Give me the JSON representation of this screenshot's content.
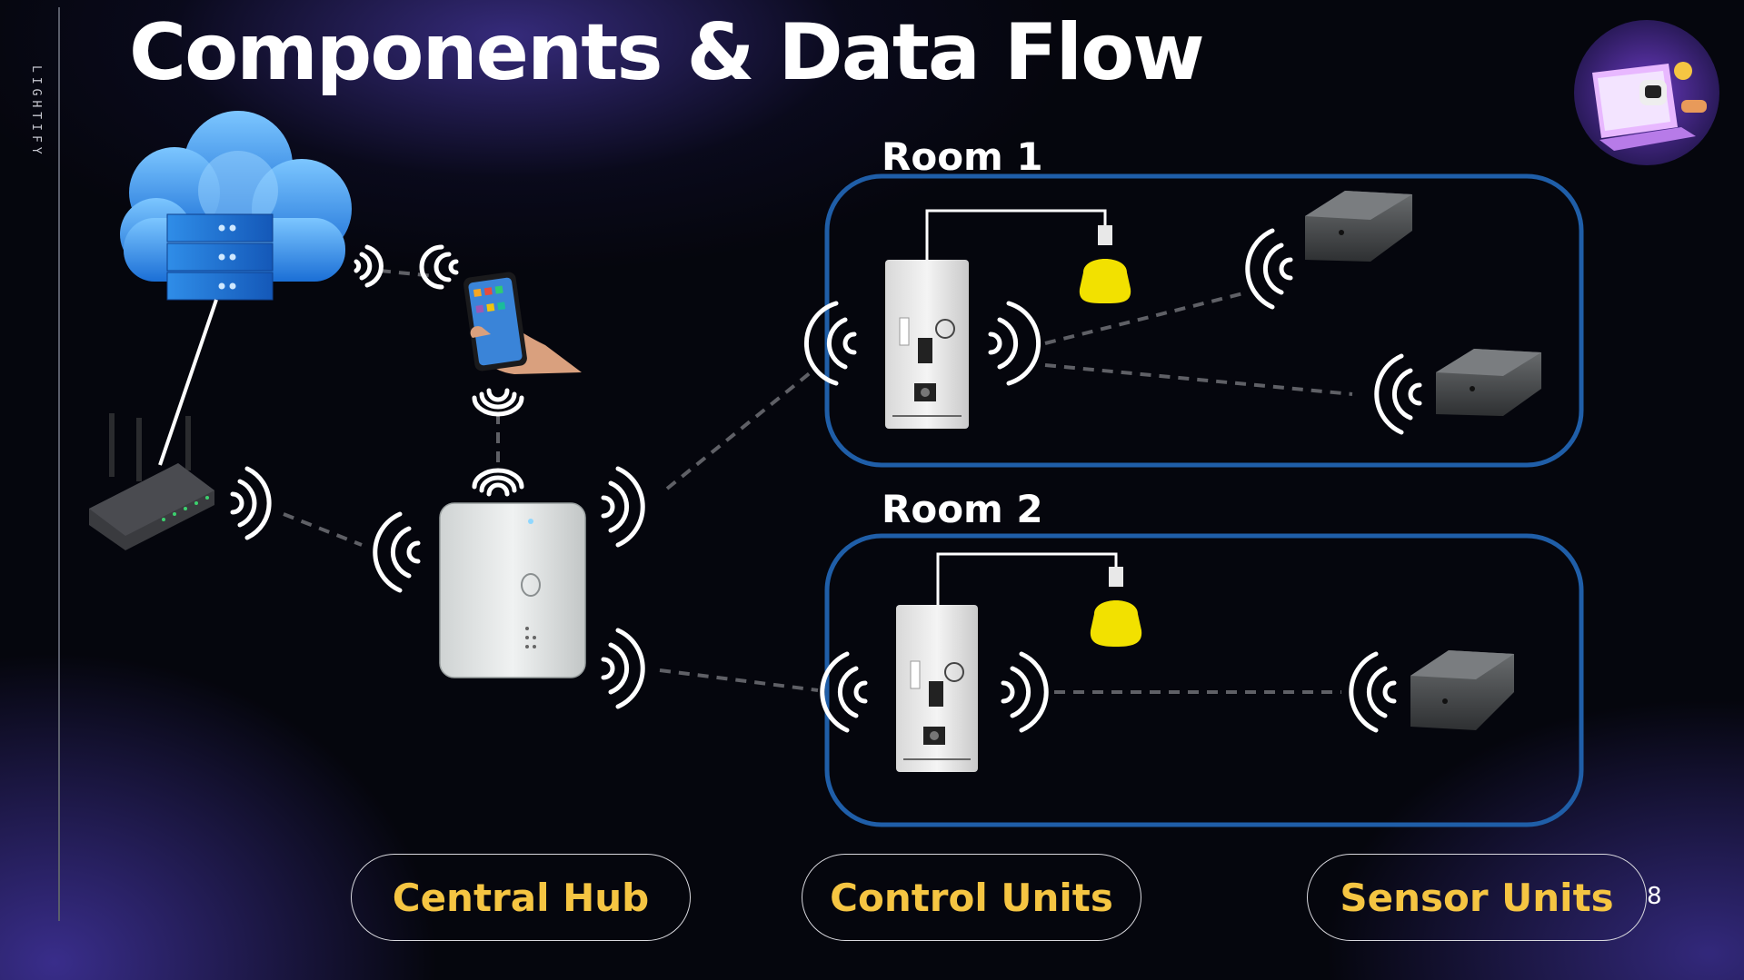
{
  "brand": "LIGHTIFY",
  "title": "Components & Data Flow",
  "rooms": [
    {
      "label": "Room 1"
    },
    {
      "label": "Room 2"
    }
  ],
  "legend": [
    {
      "label": "Central Hub"
    },
    {
      "label": "Control Units"
    },
    {
      "label": "Sensor Units"
    }
  ],
  "page_number": "8",
  "colors": {
    "accent": "#f5c542",
    "room_border": "#1f5ea8",
    "background": "#05060d",
    "bulb": "#f2e100"
  },
  "icons": [
    "cloud-server-icon",
    "router-icon",
    "smartphone-icon",
    "hub-device-icon",
    "control-unit-icon",
    "light-bulb-icon",
    "sensor-icon",
    "avatar"
  ]
}
